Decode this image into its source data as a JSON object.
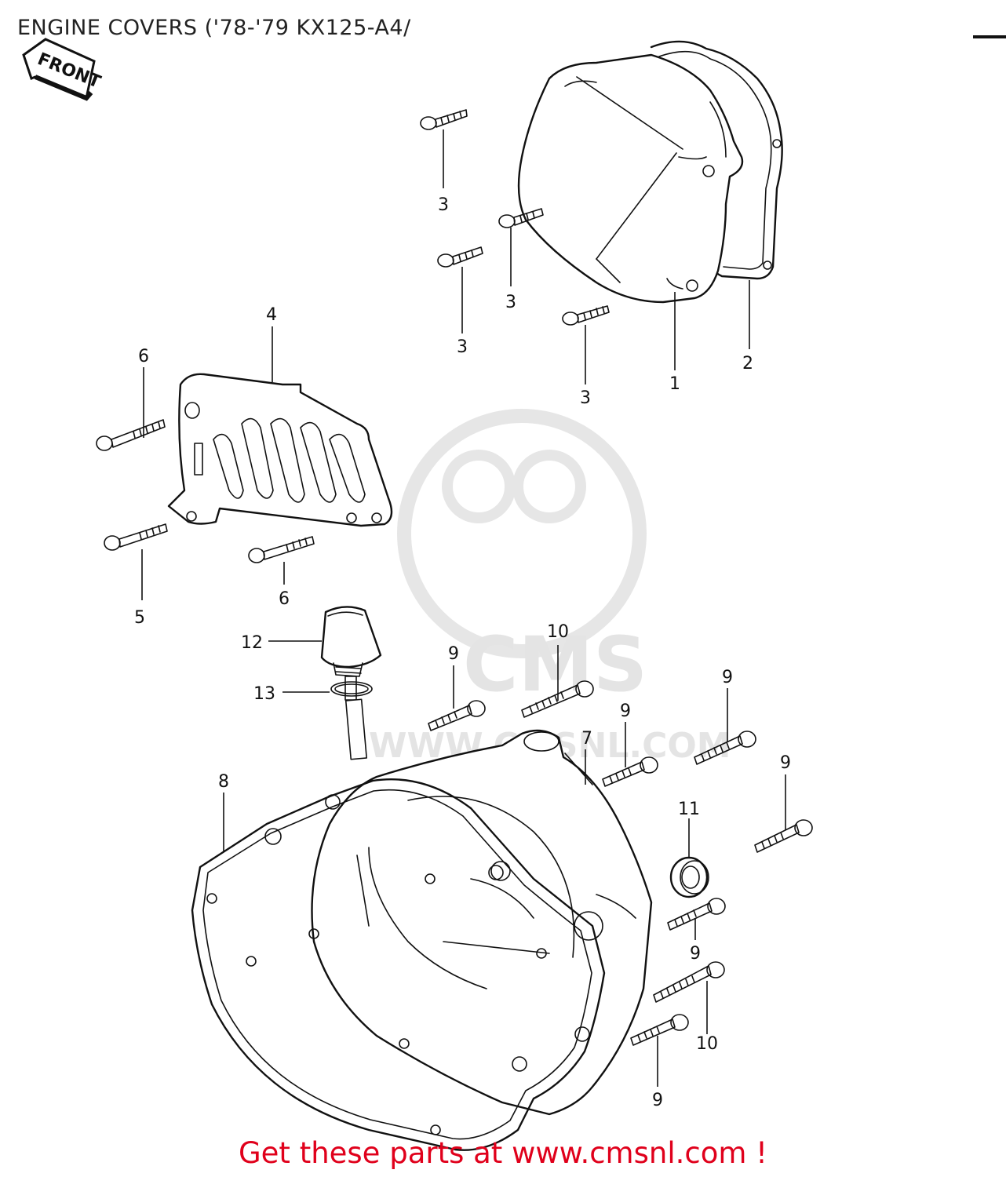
{
  "header": {
    "title": "ENGINE COVERS ('78-'79 KX125-A4/"
  },
  "front_arrow": {
    "label": "FRONT"
  },
  "watermark": {
    "brand": "CMS",
    "url": "WWW.CMSNL.COM"
  },
  "callouts": {
    "c1": "1",
    "c2": "2",
    "c3a": "3",
    "c3b": "3",
    "c3c": "3",
    "c3d": "3",
    "c4": "4",
    "c5": "5",
    "c6a": "6",
    "c6b": "6",
    "c7": "7",
    "c8": "8",
    "c9a": "9",
    "c9b": "9",
    "c9c": "9",
    "c9d": "9",
    "c9e": "9",
    "c9f": "9",
    "c10a": "10",
    "c10b": "10",
    "c11": "11",
    "c12": "12",
    "c13": "13"
  },
  "footer": {
    "link_text": "Get these parts at www.cmsnl.com !"
  }
}
